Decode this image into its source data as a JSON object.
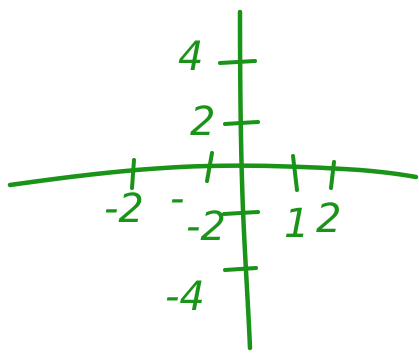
{
  "stroke_color": "#1a9418",
  "y_axis_ticks": [
    {
      "value": 4,
      "label": "4"
    },
    {
      "value": 2,
      "label": "2"
    },
    {
      "value": -2,
      "label": "-2"
    },
    {
      "value": -4,
      "label": "-4"
    }
  ],
  "x_axis_ticks": [
    {
      "value": -2,
      "label": "-2"
    },
    {
      "value": -1,
      "label": "-"
    },
    {
      "value": 1,
      "label": "1"
    },
    {
      "value": 2,
      "label": "2"
    }
  ]
}
